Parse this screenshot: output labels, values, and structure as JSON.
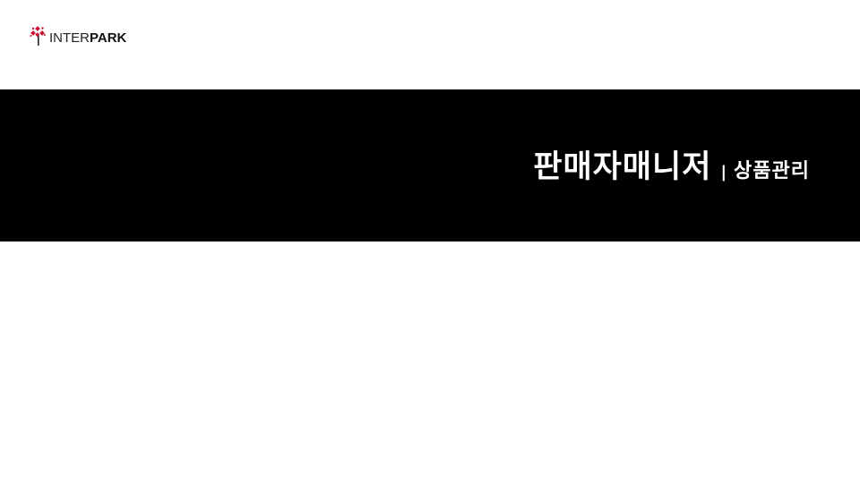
{
  "logo": {
    "text_light": "INTER",
    "text_bold": "PARK",
    "icon": "interpark-flower-icon",
    "brand_color": "#c8102e"
  },
  "banner": {
    "title": "판매자매니저",
    "separator": "|",
    "subtitle": "상품관리",
    "background": "#000000",
    "text_color": "#ffffff"
  }
}
